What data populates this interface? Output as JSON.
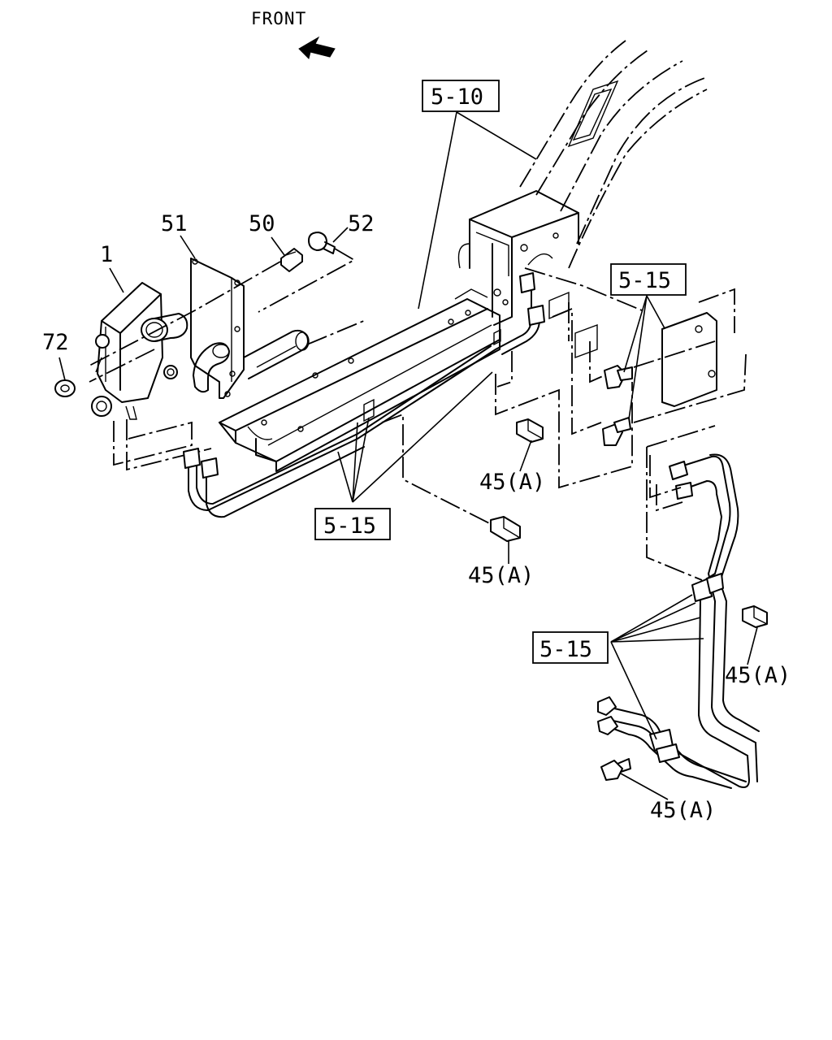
{
  "header": {
    "front_label": "FRONT"
  },
  "callouts": {
    "part_1": "1",
    "part_72": "72",
    "part_51": "51",
    "part_50": "50",
    "part_52": "52",
    "ref_5_10": "5-10",
    "ref_5_15_a": "5-15",
    "ref_5_15_b": "5-15",
    "ref_5_15_c": "5-15",
    "bolt_45a_1": "45(A)",
    "bolt_45a_2": "45(A)",
    "bolt_45a_3": "45(A)",
    "bolt_45a_4": "45(A)"
  },
  "icons": {
    "front_arrow": "arrow-left-icon"
  }
}
